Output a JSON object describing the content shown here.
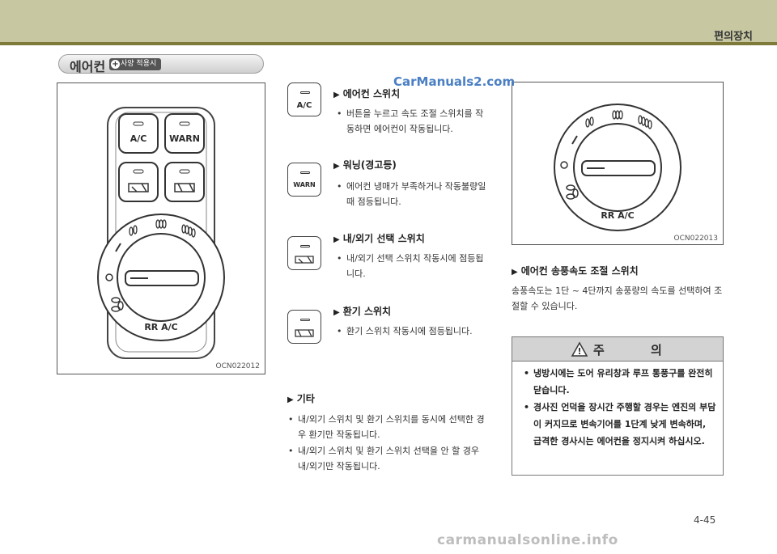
{
  "header": {
    "title": "편의장치"
  },
  "section": {
    "title": "에어컨",
    "badge": "사양 적용시"
  },
  "figures": {
    "left": {
      "buttons": [
        "A/C",
        "WARN"
      ],
      "knob_label": "RR A/C",
      "caption": "OCN022012"
    },
    "right": {
      "knob_label": "RR A/C",
      "caption": "OCN022013"
    }
  },
  "items": [
    {
      "icon_label": "A/C",
      "heading": "에어컨 스위치",
      "text": "버튼을 누르고 속도 조절 스위치를 작동하면 에어컨이 작동됩니다."
    },
    {
      "icon_label": "WARN",
      "heading": "워닝(경고등)",
      "text": "에어컨 냉매가 부족하거나 작동불량일 때 점등됩니다."
    },
    {
      "icon_label": "",
      "heading": "내/외기 선택 스위치",
      "text": "내/외기 선택 스위치 작동시에 점등됩니다."
    },
    {
      "icon_label": "",
      "heading": "환기 스위치",
      "text": "환기 스위치 작동시에 점등됩니다."
    }
  ],
  "etc": {
    "heading": "기타",
    "bullets": [
      "내/외기 스위치 및 환기 스위치를 동시에 선택한 경우 환기만 작동됩니다.",
      "내/외기 스위치 및 환기 스위치 선택을 안 할 경우 내/외기만 작동됩니다."
    ]
  },
  "fan": {
    "heading": "에어컨 송풍속도 조절 스위치",
    "text": "송풍속도는 1단 ~ 4단까지 송풍량의 속도를 선택하여 조절할 수 있습니다."
  },
  "caution": {
    "title": "주 의",
    "bullets": [
      "냉방시에는 도어 유리창과 루프 통풍구를 완전히 닫습니다.",
      "경사진 언덕을 장시간 주행할 경우는 엔진의 부담이 커지므로 변속기어를 1단계 낮게 변속하며, 급격한 경사시는 에어컨을 정지시켜 하십시오."
    ]
  },
  "page_number": "4-45",
  "watermarks": {
    "top": "CarManuals2.com",
    "bottom": "carmanualsonline.info"
  },
  "colors": {
    "header_band": "#c7c7a2",
    "header_line": "#7d7a3a",
    "watermark_top": "#4a7fc4"
  }
}
